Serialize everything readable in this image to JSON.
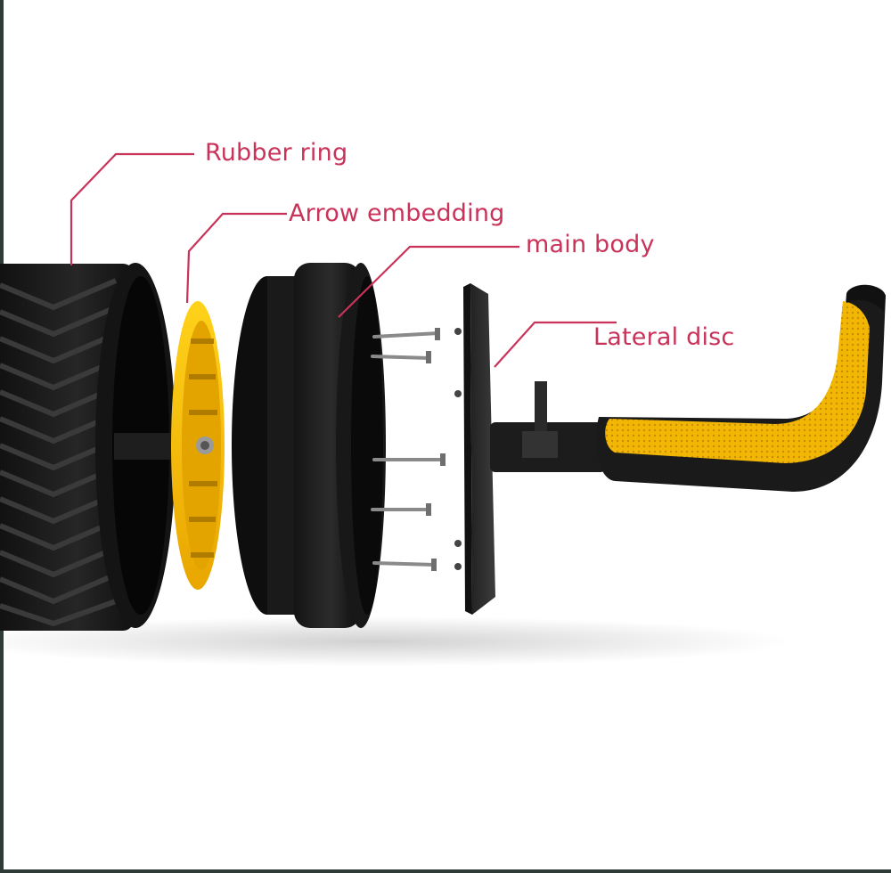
{
  "labels": {
    "rubber_ring": "Rubber ring",
    "arrow_embedding": "Arrow embedding",
    "main_body": "main body",
    "lateral_disc": "Lateral disc"
  },
  "colors": {
    "callout": "#c9335a",
    "rubber": "#1b1b1b",
    "accent_yellow": "#f2b705",
    "frame": "#2f3b36"
  }
}
